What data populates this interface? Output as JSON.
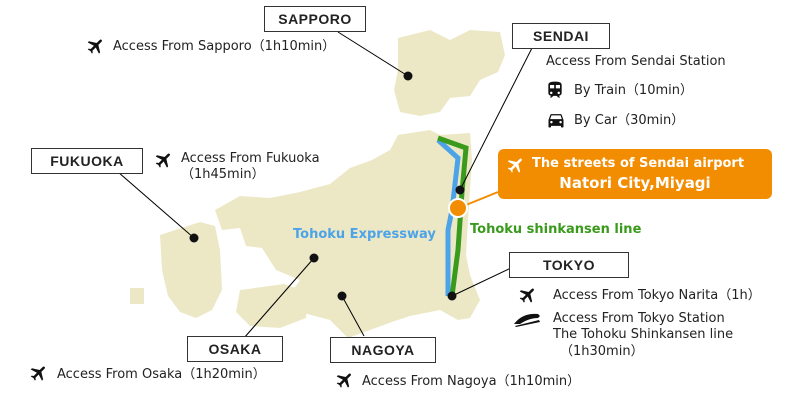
{
  "cities": {
    "sapporo": "SAPPORO",
    "sendai": "SENDAI",
    "fukuoka": "FUKUOKA",
    "tokyo": "TOKYO",
    "osaka": "OSAKA",
    "nagoya": "NAGOYA"
  },
  "access": {
    "sapporo": "Access From Sapporo（1h10min）",
    "sendai_station": "Access From Sendai Station",
    "by_train": "By Train（10min）",
    "by_car": "By Car（30min）",
    "fukuoka_1": "Access From Fukuoka",
    "fukuoka_2": "（1h45min）",
    "tokyo_narita": "Access From Tokyo Narita（1h）",
    "tokyo_station": "Access From Tokyo Station",
    "tokyo_shinkansen": "The Tohoku Shinkansen line",
    "tokyo_shinkansen_time": "（1h30min）",
    "osaka": "Access From Osaka（1h20min）",
    "nagoya": "Access From Nagoya（1h10min）"
  },
  "airport": {
    "line1": "The streets of Sendai airport",
    "line2": "Natori City,Miyagi"
  },
  "routes": {
    "expressway": "Tohoku Expressway",
    "shinkansen": "Tohoku shinkansen line"
  },
  "colors": {
    "land": "#ece8c6",
    "expressway": "#4da3e8",
    "shinkansen": "#3a9a1c",
    "accent": "#f28c00"
  },
  "icons": [
    "plane-icon",
    "train-icon",
    "car-icon",
    "shinkansen-icon"
  ]
}
